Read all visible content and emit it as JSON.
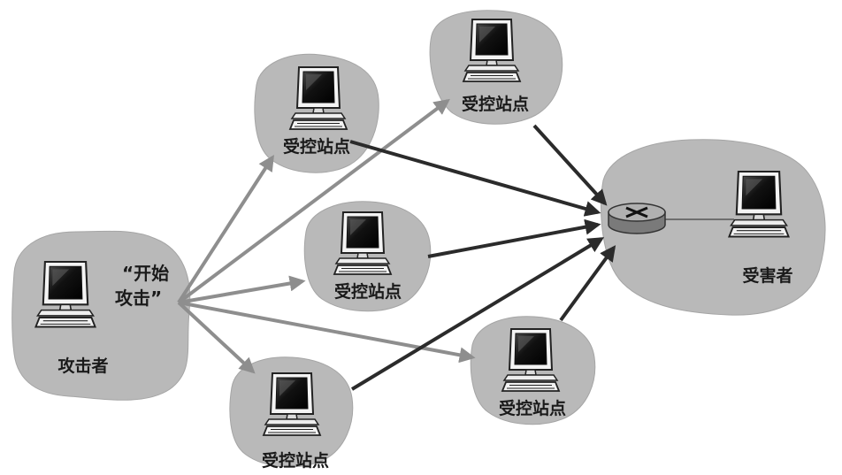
{
  "attacker": {
    "label": "攻击者",
    "command_line1": "“开始",
    "command_line2": "攻击”"
  },
  "zombies": [
    {
      "label": "受控站点"
    },
    {
      "label": "受控站点"
    },
    {
      "label": "受控站点"
    },
    {
      "label": "受控站点"
    },
    {
      "label": "受控站点"
    }
  ],
  "victim": {
    "label": "受害者"
  },
  "colors": {
    "blob": "#b9b9b9",
    "blob_edge": "#a5a5a5",
    "command_arrow": "#8e8e8e",
    "attack_arrow": "#2b2b2b",
    "router_fill": "#9a9a9a"
  },
  "icons": {
    "computer": "computer-icon",
    "router": "router-icon"
  }
}
